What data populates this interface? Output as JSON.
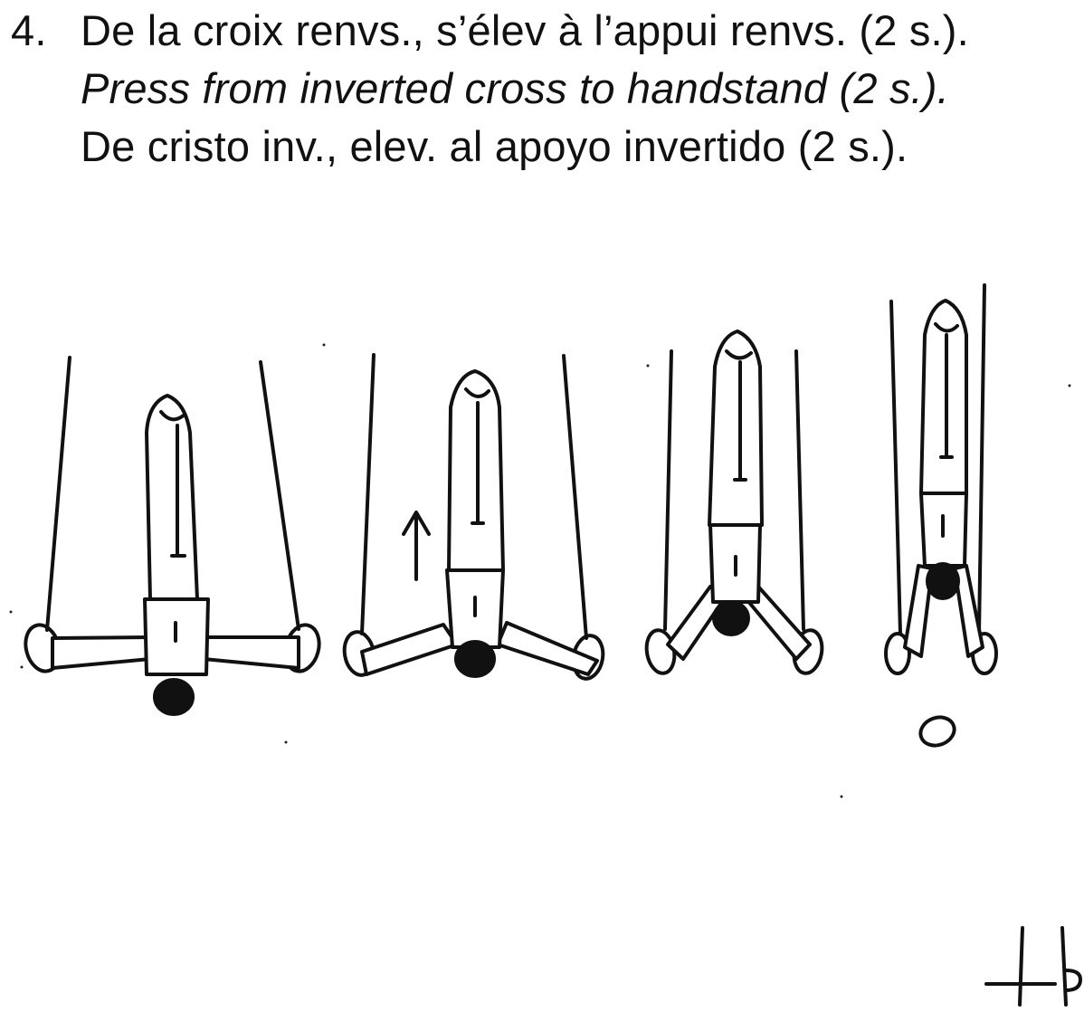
{
  "element": {
    "number": "4.",
    "title_fr": "De la croix renvs., s’élev à l’appui renvs. (2 s.).",
    "title_en": "Press from inverted cross to handstand (2 s.).",
    "title_es": "De cristo inv., elev. al apoyo invertido (2 s.)."
  },
  "illustration": {
    "frames": [
      "inverted-cross",
      "press-up",
      "mid-press",
      "handstand"
    ],
    "direction_arrow": "up-arrow",
    "hold_symbol": "circle"
  }
}
